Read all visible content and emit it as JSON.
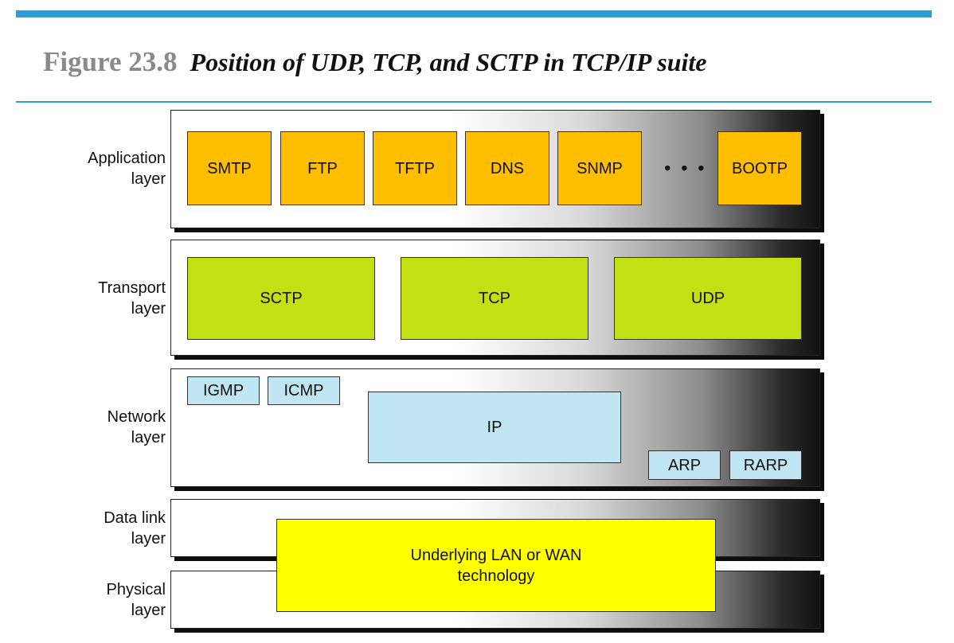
{
  "figure": {
    "number": "Figure 23.8",
    "caption": "Position of UDP, TCP, and SCTP in TCP/IP suite"
  },
  "layers": {
    "application": {
      "label_line1": "Application",
      "label_line2": "layer"
    },
    "transport": {
      "label_line1": "Transport",
      "label_line2": "layer"
    },
    "network": {
      "label_line1": "Network",
      "label_line2": "layer"
    },
    "datalink": {
      "label_line1": "Data link",
      "label_line2": "layer"
    },
    "physical": {
      "label_line1": "Physical",
      "label_line2": "layer"
    }
  },
  "application_protocols": [
    "SMTP",
    "FTP",
    "TFTP",
    "DNS",
    "SNMP",
    "BOOTP"
  ],
  "application_ellipsis": "• • •",
  "transport_protocols": [
    "SCTP",
    "TCP",
    "UDP"
  ],
  "network_protocols": {
    "igmp": "IGMP",
    "icmp": "ICMP",
    "ip": "IP",
    "arp": "ARP",
    "rarp": "RARP"
  },
  "underlying": {
    "line1": "Underlying LAN or WAN",
    "line2": "technology"
  },
  "colors": {
    "accent": "#2a9fd8",
    "application": "#ffbf00",
    "transport": "#c2e012",
    "network": "#bfe6f2",
    "underlying": "#ffff00"
  }
}
